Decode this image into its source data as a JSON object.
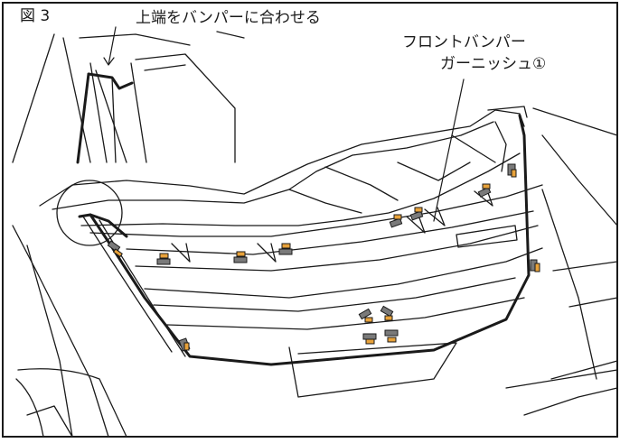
{
  "figure": {
    "label": "図 3",
    "callout_top_edge": "上端をバンパーに合わせる",
    "callout_part_line1": "フロントバンパー",
    "callout_part_line2": "ガーニッシュ①"
  },
  "colors": {
    "line": "#1a1a1a",
    "clip_fill": "#e8a23a",
    "tape_fill": "#7a7a7a",
    "background": "#ffffff"
  }
}
